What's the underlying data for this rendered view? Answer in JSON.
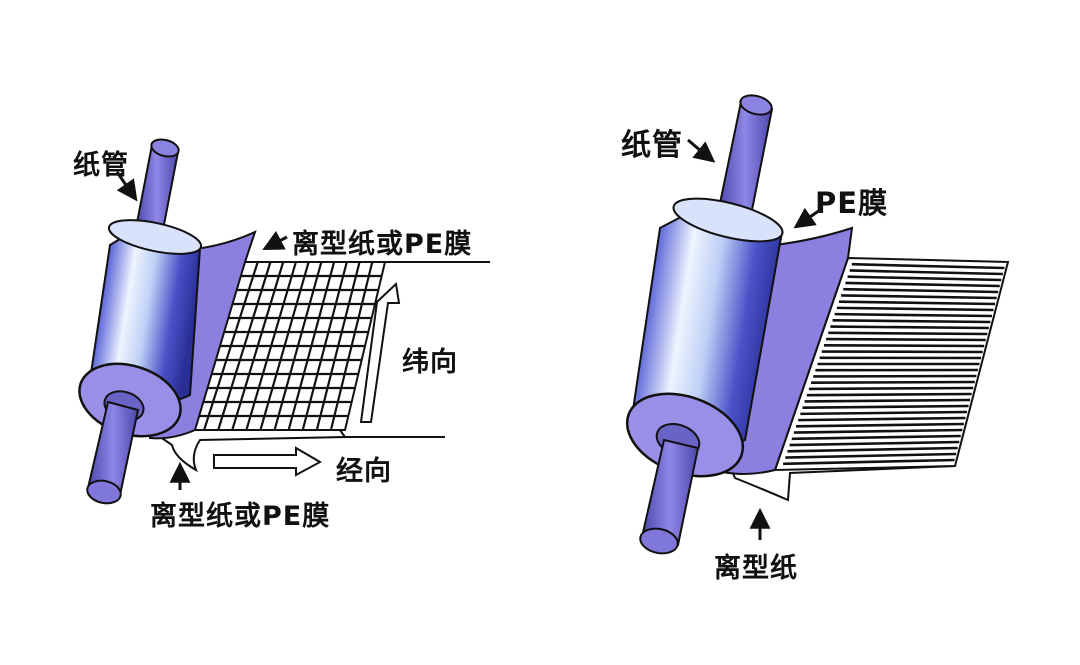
{
  "left_figure": {
    "core_label": "纸管",
    "top_film_label": "离型纸或PE膜",
    "weft_label": "纬向",
    "warp_label": "经向",
    "bottom_film_label": "离型纸或PE膜"
  },
  "right_figure": {
    "core_label": "纸管",
    "film_label": "PE膜",
    "paper_label": "离型纸"
  },
  "colors": {
    "film_purple": "#8b7fe0",
    "core_blue": "#3a3fb0",
    "core_highlight": "#eef4ff",
    "rod_purple": "#6a63c6",
    "ink": "#111111"
  }
}
